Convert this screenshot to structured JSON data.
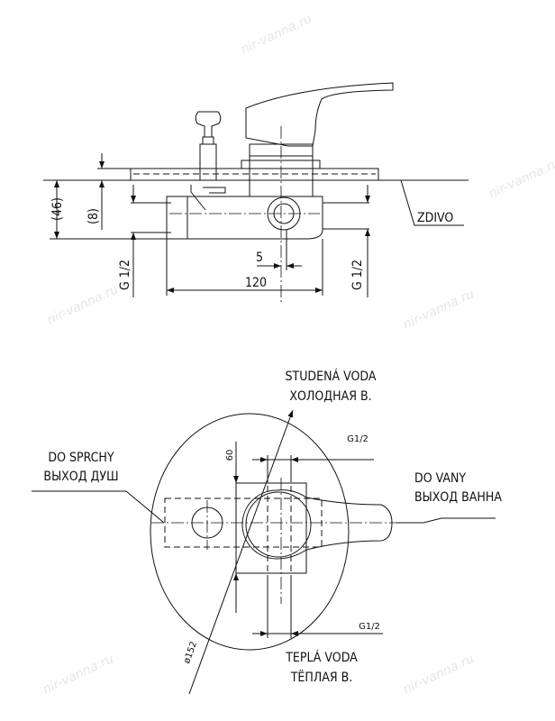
{
  "watermark": "nir-vanna.ru",
  "side_view": {
    "wall_label": "ZDIVO",
    "dim_46": "(46)",
    "dim_8": "(8)",
    "thread_left": "G 1/2",
    "thread_right": "G 1/2",
    "dim_5": "5",
    "dim_120": "120"
  },
  "top_view": {
    "cold_cz": "STUDENÁ VODA",
    "cold_ru": "ХОЛОДНАЯ В.",
    "shower_cz": "DO SPRCHY",
    "shower_ru": "ВЫХОД ДУШ",
    "bath_cz": "DO VANY",
    "bath_ru": "ВЫХОД ВАННА",
    "hot_cz": "TEPLÁ VODA",
    "hot_ru": "ТЁПЛАЯ В.",
    "thread_top": "G1/2",
    "thread_bottom": "G1/2",
    "dim_60": "60",
    "diameter": "ø152"
  }
}
